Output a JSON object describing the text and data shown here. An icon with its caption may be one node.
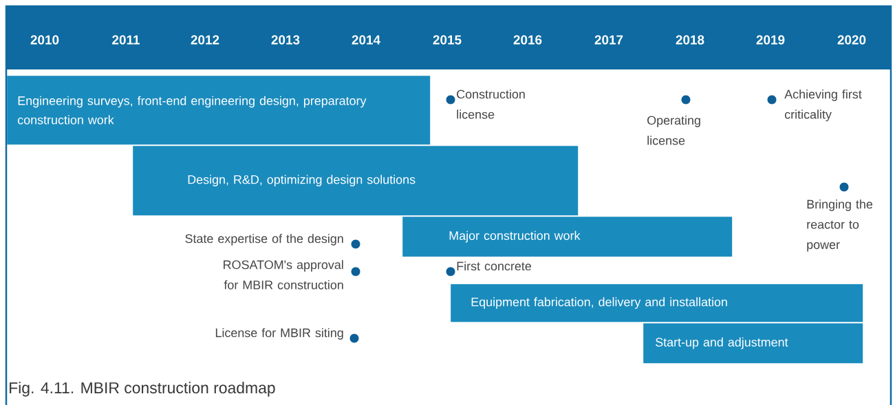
{
  "diagram": {
    "caption": "Fig. 4.11. MBIR construction roadmap",
    "nodes": [
      {
        "text": [
          "Engineering surveys, front-end engineering design, preparatory construction work"
        ]
      },
      {
        "text": [
          "Design, R&D, optimizing design solutions"
        ]
      },
      {
        "text": [
          "Major construction work"
        ]
      },
      {
        "text": [
          "Equipment fabrication, delivery and installation"
        ]
      },
      {
        "text": [
          "Start-up and adjustment"
        ]
      }
    ],
    "labels": [
      "2010",
      "2011",
      "2012",
      "2013",
      "2014",
      "2015",
      "2016",
      "2017",
      "2018",
      "2019",
      "2020",
      "Construction license",
      "Operating license",
      "Achieving first criticality",
      "Bringing the reactor to power",
      "State expertise of the design",
      "ROSATOM's approval for MBIR construction",
      "First concrete",
      "License for MBIR siting"
    ]
  }
}
